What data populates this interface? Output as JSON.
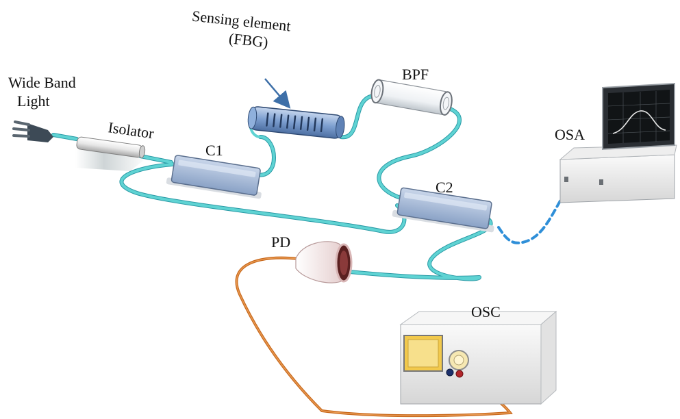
{
  "labels": {
    "wide_band_line1": "Wide Band",
    "wide_band_line2": "Light",
    "isolator": "Isolator",
    "c1": "C1",
    "sensing_line1": "Sensing element",
    "sensing_line2": "(FBG)",
    "bpf": "BPF",
    "osa": "OSA",
    "c2": "C2",
    "pd": "PD",
    "osc": "OSC"
  },
  "colors": {
    "fiber": "#5fd3d3",
    "fiber_outline": "#2a9aa6",
    "electrical_cable": "#c96a1e",
    "osa_link": "#2f8fd8",
    "arrow": "#3d6fa8",
    "coupler_body": "#9db4d4",
    "fbg_body": "#6f93c8",
    "instrument_body": "#f2f2f2"
  },
  "icons": {
    "light_source": "plug-icon",
    "isolator": "isolator-cylinder",
    "fbg": "fiber-bragg-grating-tube",
    "bpf": "glass-filter-tube",
    "photodetector": "photodetector-cone",
    "osa": "laptop-analyzer",
    "osc": "oscilloscope-box"
  }
}
